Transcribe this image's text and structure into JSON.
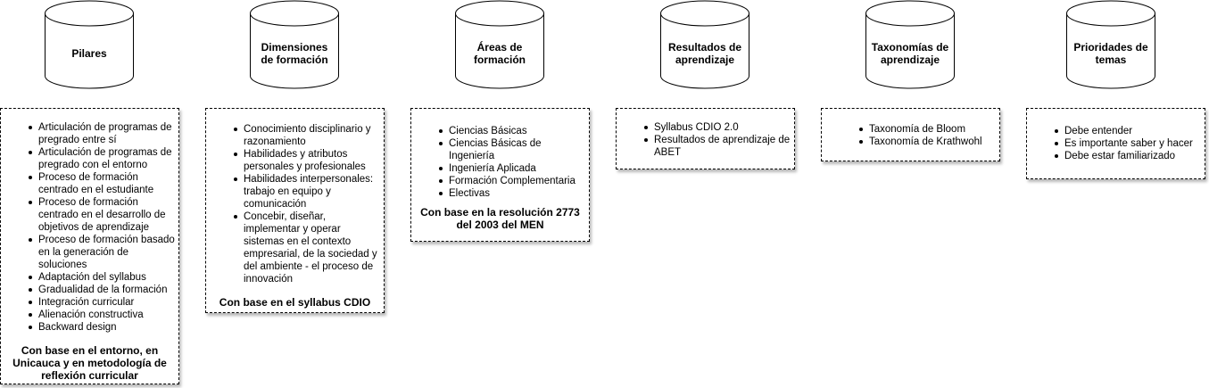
{
  "columns": [
    {
      "title": "Pilares",
      "items": [
        "Articulación de programas de pregrado entre sí",
        "Articulación de programas de pregrado con el entorno",
        "Proceso de formación centrado en el estudiante",
        "Proceso de formación centrado en el desarrollo de objetivos de aprendizaje",
        "Proceso de formación basado en la generación de soluciones",
        "Adaptación del syllabus",
        "Gradualidad de la formación",
        "Integración curricular",
        "Alienación constructiva",
        "Backward design"
      ],
      "note": "Con base en el entorno, en Unicauca y en metodología de reflexión curricular"
    },
    {
      "title": "Dimensiones de formación",
      "items": [
        "Conocimiento disciplinario y razonamiento",
        "Habilidades y atributos personales y profesionales",
        "Habilidades interpersonales: trabajo en equipo y comunicación",
        "Concebir, diseñar, implementar y operar sistemas en el contexto empresarial, de la sociedad y del ambiente - el proceso de innovación"
      ],
      "note": "Con base en el syllabus CDIO"
    },
    {
      "title": "Áreas de formación",
      "items": [
        "Ciencias Básicas",
        "Ciencias Básicas de Ingeniería",
        "Ingeniería Aplicada",
        "Formación Complementaria",
        "Electivas"
      ],
      "note": "Con base en la resolución 2773 del 2003 del MEN"
    },
    {
      "title": "Resultados de aprendizaje",
      "items": [
        "Syllabus CDIO 2.0",
        "Resultados de aprendizaje de ABET"
      ],
      "note": ""
    },
    {
      "title": "Taxonomías de aprendizaje",
      "items": [
        "Taxonomía de Bloom",
        "Taxonomía de Krathwohl"
      ],
      "note": ""
    },
    {
      "title": "Prioridades de temas",
      "items": [
        "Debe entender",
        "Es importante saber y hacer",
        "Debe estar familiarizado"
      ],
      "note": ""
    }
  ]
}
